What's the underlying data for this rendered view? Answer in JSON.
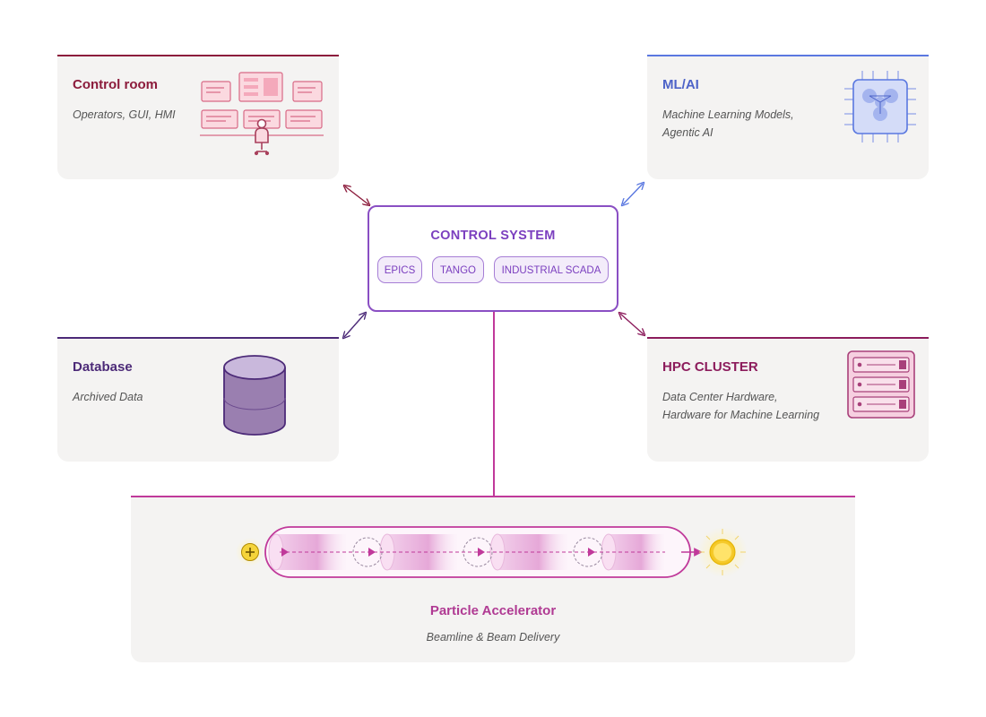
{
  "control_room": {
    "title": "Control room",
    "subtitle": "Operators, GUI, HMI",
    "icon": "control-room-icon",
    "color": "#8c1c3c"
  },
  "ml_ai": {
    "title": "ML/AI",
    "subtitle_line1": "Machine Learning Models,",
    "subtitle_line2": "Agentic AI",
    "icon": "neural-chip-icon",
    "color": "#5a78e0"
  },
  "database": {
    "title": "Database",
    "subtitle": "Archived Data",
    "icon": "database-cylinder-icon",
    "color": "#4c2a78"
  },
  "hpc": {
    "title": "HPC CLUSTER",
    "subtitle_line1": "Data Center Hardware,",
    "subtitle_line2": "Hardware for Machine Learning",
    "icon": "server-rack-icon",
    "color": "#8c1c5c"
  },
  "control_system": {
    "title": "CONTROL SYSTEM",
    "pills": [
      "EPICS",
      "TANGO",
      "INDUSTRIAL SCADA"
    ],
    "color": "#7b3fbf"
  },
  "accelerator": {
    "title": "Particle Accelerator",
    "subtitle": "Beamline & Beam Delivery",
    "color": "#b03a93",
    "icons": [
      "plus-particle-icon",
      "sun-burst-icon"
    ]
  }
}
